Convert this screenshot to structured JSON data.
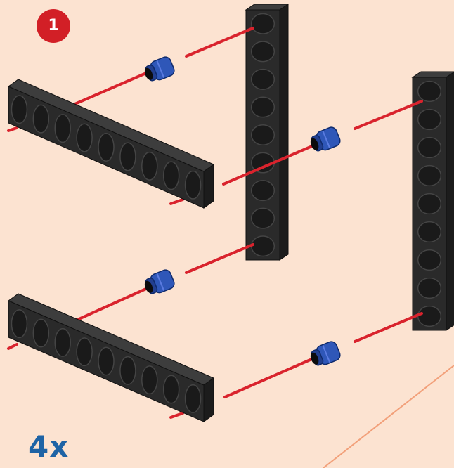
{
  "step": {
    "number": "1"
  },
  "quantity": {
    "label": "4x"
  },
  "colors": {
    "background": "#fce3d1",
    "badge": "#d21f26",
    "quantity_text": "#1e63a5",
    "guide_line": "#d9232d",
    "beam": "#2a2a2a",
    "connector": "#2f57b8",
    "fold_line": "#f2a07a"
  },
  "parts": [
    {
      "name": "long-beam",
      "icon": "black-beam-9-hole",
      "count": 4
    },
    {
      "name": "connector-peg",
      "icon": "blue-double-peg",
      "count": 4
    }
  ]
}
